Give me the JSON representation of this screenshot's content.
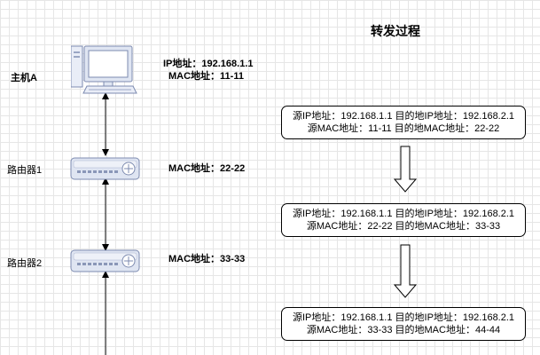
{
  "title": "转发过程",
  "host": {
    "label": "主机A",
    "ip_line": "IP地址：192.168.1.1",
    "mac_line": "MAC地址：11-11"
  },
  "router1": {
    "label": "路由器1",
    "mac_line": "MAC地址：22-22"
  },
  "router2": {
    "label": "路由器2",
    "mac_line": "MAC地址：33-33"
  },
  "packets": [
    {
      "line1": "源IP地址：192.168.1.1 目的地IP地址：192.168.2.1",
      "line2": "源MAC地址：11-11 目的地MAC地址：22-22"
    },
    {
      "line1": "源IP地址：192.168.1.1 目的地IP地址：192.168.2.1",
      "line2": "源MAC地址：22-22 目的地MAC地址：33-33"
    },
    {
      "line1": "源IP地址：192.168.1.1 目的地IP地址：192.168.2.1",
      "line2": "源MAC地址：33-33 目的地MAC地址：44-44"
    }
  ]
}
